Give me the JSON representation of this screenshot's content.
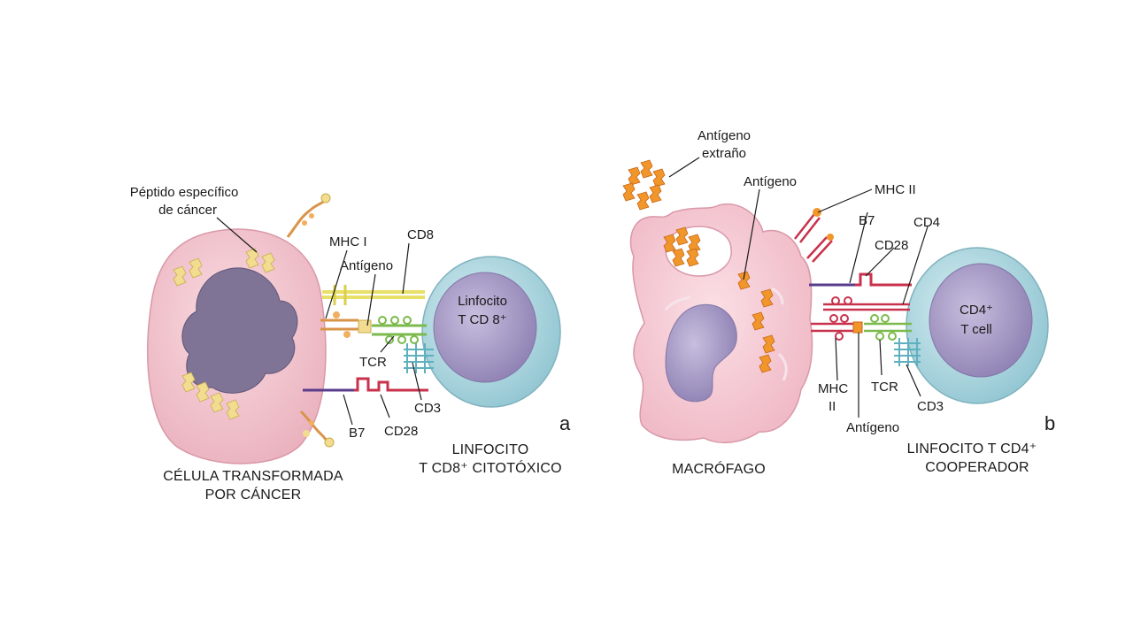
{
  "panel_a": {
    "letter": "a",
    "cancer_cell_caption_line1": "CÉLULA TRANSFORMADA",
    "cancer_cell_caption_line2": "POR CÁNCER",
    "lymphocyte_caption_line1": "LINFOCITO",
    "lymphocyte_caption_line2": "T CD8⁺ CITOTÓXICO",
    "lymphocyte_inner_line1": "Linfocito",
    "lymphocyte_inner_line2": "T CD 8⁺",
    "labels": {
      "peptide_line1": "Péptido específico",
      "peptide_line2": "de cáncer",
      "mhc1": "MHC I",
      "cd8": "CD8",
      "antigen": "Antígeno",
      "tcr": "TCR",
      "cd3": "CD3",
      "cd28": "CD28",
      "b7": "B7"
    }
  },
  "panel_b": {
    "letter": "b",
    "macrophage_caption": "MACRÓFAGO",
    "lymphocyte_caption_line1": "LINFOCITO T CD4⁺",
    "lymphocyte_caption_line2": "COOPERADOR",
    "lymphocyte_inner_line1": "CD4⁺",
    "lymphocyte_inner_line2": "T cell",
    "labels": {
      "foreign_antigen_line1": "Antígeno",
      "foreign_antigen_line2": "extraño",
      "antigen_top": "Antígeno",
      "mhc2": "MHC II",
      "b7": "B7",
      "cd28": "CD28",
      "cd4": "CD4",
      "mhc2_bottom_line1": "MHC",
      "mhc2_bottom_line2": "II",
      "tcr": "TCR",
      "cd3": "CD3",
      "antigen_bottom": "Antígeno"
    }
  },
  "colors": {
    "cancer_cell": "#f5cbd3",
    "nucleus": "#7f7396",
    "lymphocyte": "#b8dde4",
    "lymphocyte_nucleus": "#a89cc4",
    "peptide": "#f1dc90",
    "antigen_orange": "#f0962a",
    "mhc": "#e0a05a",
    "cd8": "#e9e069",
    "tcr": "#7cba4c",
    "cd3": "#5fb0bf",
    "cd28": "#c8324c",
    "b7": "#5a3c8c"
  }
}
